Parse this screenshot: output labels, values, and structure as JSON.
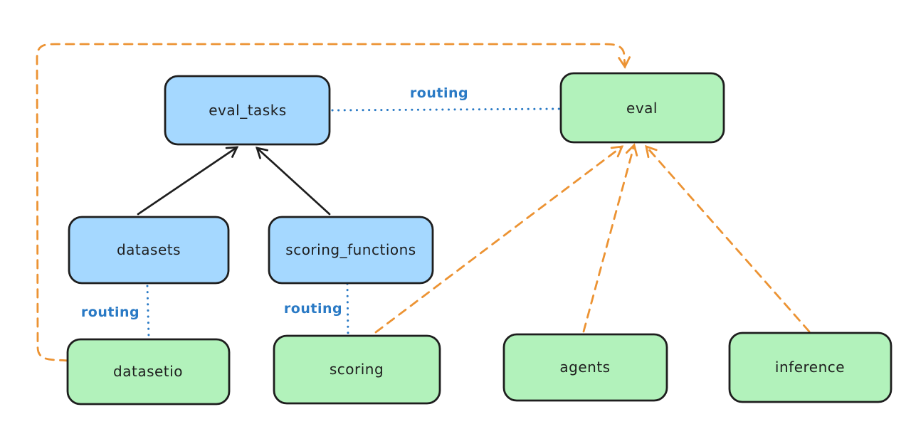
{
  "diagram": {
    "background": "#ffffff",
    "colors": {
      "blue_node_fill": "#a5d8ff",
      "green_node_fill": "#b2f2bb",
      "node_stroke": "#1e1e1e",
      "routing_blue": "#2a7ac5",
      "dashed_orange": "#ec9333"
    },
    "nodes": {
      "eval_tasks": {
        "label": "eval_tasks",
        "fill": "#a5d8ff"
      },
      "eval": {
        "label": "eval",
        "fill": "#b2f2bb"
      },
      "datasets": {
        "label": "datasets",
        "fill": "#a5d8ff"
      },
      "scoring_functions": {
        "label": "scoring_functions",
        "fill": "#a5d8ff"
      },
      "datasetio": {
        "label": "datasetio",
        "fill": "#b2f2bb"
      },
      "scoring": {
        "label": "scoring",
        "fill": "#b2f2bb"
      },
      "agents": {
        "label": "agents",
        "fill": "#b2f2bb"
      },
      "inference": {
        "label": "inference",
        "fill": "#b2f2bb"
      }
    },
    "edges": [
      {
        "from": "datasets",
        "to": "eval_tasks",
        "style": "solid-arrow",
        "color": "#1e1e1e",
        "label": ""
      },
      {
        "from": "scoring_functions",
        "to": "eval_tasks",
        "style": "solid-arrow",
        "color": "#1e1e1e",
        "label": ""
      },
      {
        "from": "eval_tasks",
        "to": "eval",
        "style": "dotted",
        "color": "#2a7ac5",
        "label": "routing"
      },
      {
        "from": "datasets",
        "to": "datasetio",
        "style": "dotted",
        "color": "#2a7ac5",
        "label": "routing"
      },
      {
        "from": "scoring_functions",
        "to": "scoring",
        "style": "dotted",
        "color": "#2a7ac5",
        "label": "routing"
      },
      {
        "from": "datasetio",
        "to": "eval",
        "style": "dashed-arrow",
        "color": "#ec9333",
        "label": ""
      },
      {
        "from": "scoring",
        "to": "eval",
        "style": "dashed-arrow",
        "color": "#ec9333",
        "label": ""
      },
      {
        "from": "agents",
        "to": "eval",
        "style": "dashed-arrow",
        "color": "#ec9333",
        "label": ""
      },
      {
        "from": "inference",
        "to": "eval",
        "style": "dashed-arrow",
        "color": "#ec9333",
        "label": ""
      }
    ]
  }
}
